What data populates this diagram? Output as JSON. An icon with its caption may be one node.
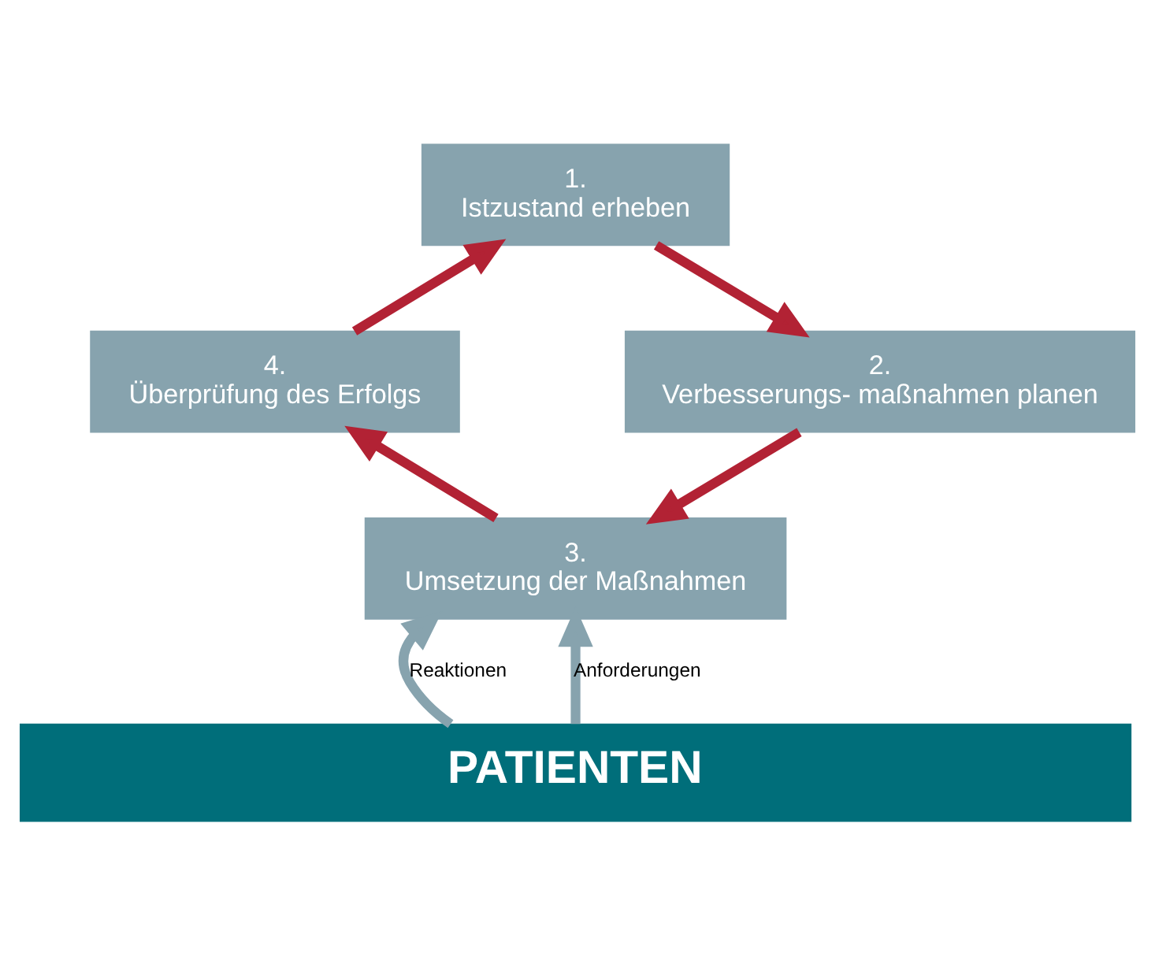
{
  "diagram": {
    "nodes": [
      {
        "text": [
          "1.",
          "Istzustand erheben"
        ]
      },
      {
        "text": [
          "2.",
          "Verbesserungs- maßnahmen planen"
        ]
      },
      {
        "text": [
          "3.",
          "Umsetzung der Maßnahmen"
        ]
      },
      {
        "text": [
          "4.",
          "Überprüfung des Erfolgs"
        ]
      },
      {
        "text": [
          "PATIENTEN"
        ]
      }
    ],
    "edges": [
      {
        "from": 0,
        "to": 1,
        "arrow": "to"
      },
      {
        "from": 1,
        "to": 2,
        "arrow": "to"
      },
      {
        "from": 2,
        "to": 3,
        "arrow": "to"
      },
      {
        "from": 3,
        "to": 0,
        "arrow": "to"
      },
      {
        "from": 4,
        "to": 2,
        "arrow": "to",
        "label": "Reaktionen",
        "color": "#87a3ae"
      },
      {
        "from": 4,
        "to": 2,
        "arrow": "to",
        "label": "Anforderungen",
        "color": "#87a3ae"
      }
    ]
  }
}
